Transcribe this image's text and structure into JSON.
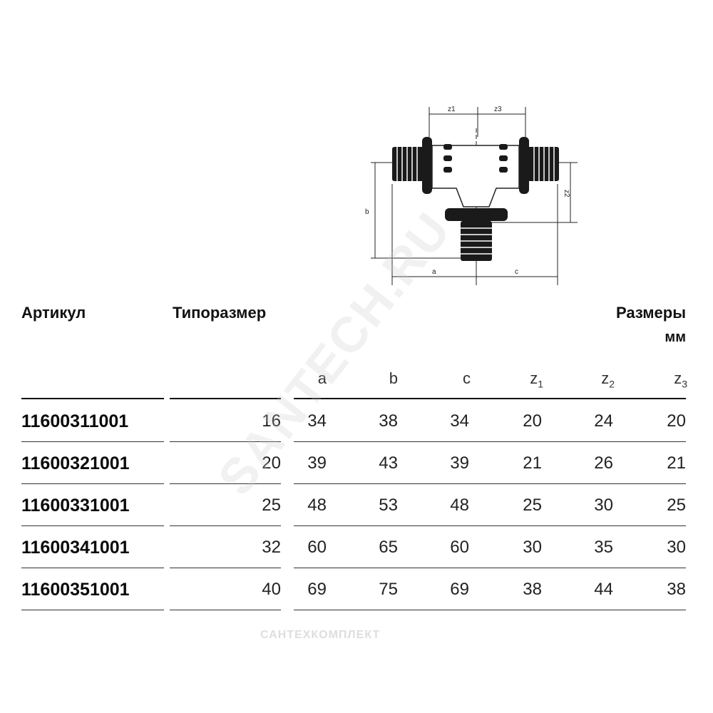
{
  "drawing": {
    "dim_labels": {
      "z1": "z1",
      "z3": "z3",
      "z2": "z2",
      "b": "b",
      "a": "a",
      "c": "c"
    }
  },
  "headers": {
    "article": "Артикул",
    "size": "Типоразмер",
    "dimensions": "Размеры",
    "units": "мм"
  },
  "columns": {
    "a": "a",
    "b": "b",
    "c": "c",
    "z1": "z",
    "z1_sub": "1",
    "z2": "z",
    "z2_sub": "2",
    "z3": "z",
    "z3_sub": "3"
  },
  "rows": [
    {
      "article": "11600311001",
      "size": "16",
      "a": "34",
      "b": "38",
      "c": "34",
      "z1": "20",
      "z2": "24",
      "z3": "20"
    },
    {
      "article": "11600321001",
      "size": "20",
      "a": "39",
      "b": "43",
      "c": "39",
      "z1": "21",
      "z2": "26",
      "z3": "21"
    },
    {
      "article": "11600331001",
      "size": "25",
      "a": "48",
      "b": "53",
      "c": "48",
      "z1": "25",
      "z2": "30",
      "z3": "25"
    },
    {
      "article": "11600341001",
      "size": "32",
      "a": "60",
      "b": "65",
      "c": "60",
      "z1": "30",
      "z2": "35",
      "z3": "30"
    },
    {
      "article": "11600351001",
      "size": "40",
      "a": "69",
      "b": "75",
      "c": "69",
      "z1": "38",
      "z2": "44",
      "z3": "38"
    }
  ],
  "watermark": {
    "text": "SANTECH.RU",
    "footer": "САНТЕХКОМПЛЕКТ"
  }
}
